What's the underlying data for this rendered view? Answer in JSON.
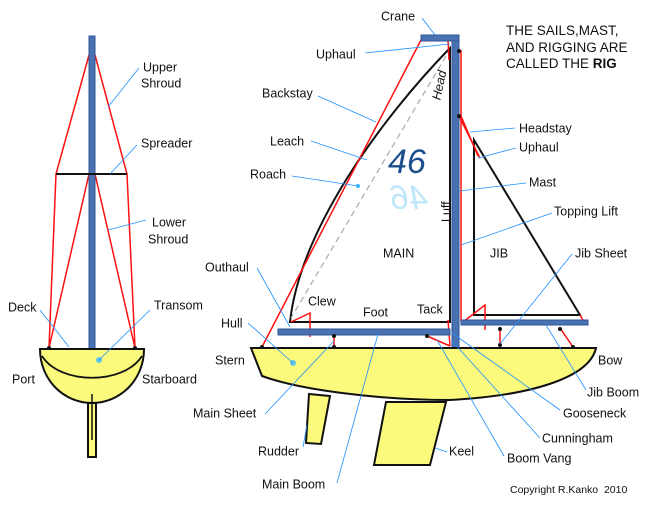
{
  "caption": {
    "line1": "THE SAILS,MAST,",
    "line2": "AND RIGGING ARE",
    "line3_prefix": "CALLED THE ",
    "line3_bold": "RIG"
  },
  "stern_view": {
    "upper_shroud_1": "Upper",
    "upper_shroud_2": "Shroud",
    "spreader": "Spreader",
    "lower_shroud_1": "Lower",
    "lower_shroud_2": "Shroud",
    "deck": "Deck",
    "transom": "Transom",
    "port": "Port",
    "starboard": "Starboard"
  },
  "side_view": {
    "crane": "Crane",
    "uphaul_main": "Uphaul",
    "backstay": "Backstay",
    "leach": "Leach",
    "roach": "Roach",
    "head": "Head",
    "luff": "Luff",
    "sail_number": "46",
    "main": "MAIN",
    "jib": "JIB",
    "outhaul": "Outhaul",
    "clew": "Clew",
    "foot": "Foot",
    "tack": "Tack",
    "hull": "Hull",
    "stern": "Stern",
    "main_sheet": "Main Sheet",
    "rudder": "Rudder",
    "main_boom": "Main Boom",
    "keel": "Keel",
    "boom_vang": "Boom Vang",
    "cunningham": "Cunningham",
    "gooseneck": "Gooseneck",
    "jib_boom": "Jib Boom",
    "bow": "Bow",
    "headstay": "Headstay",
    "uphaul_jib": "Uphaul",
    "mast": "Mast",
    "topping_lift": "Topping Lift",
    "jib_sheet": "Jib Sheet"
  },
  "copyright": "Copyright R.Kanko  2010",
  "colors": {
    "spar": "#4a72b0",
    "rigging": "#ff1010",
    "hull": "#fcfa7c",
    "leader": "#1e90ff",
    "sail_number": "#1a4e8c"
  }
}
